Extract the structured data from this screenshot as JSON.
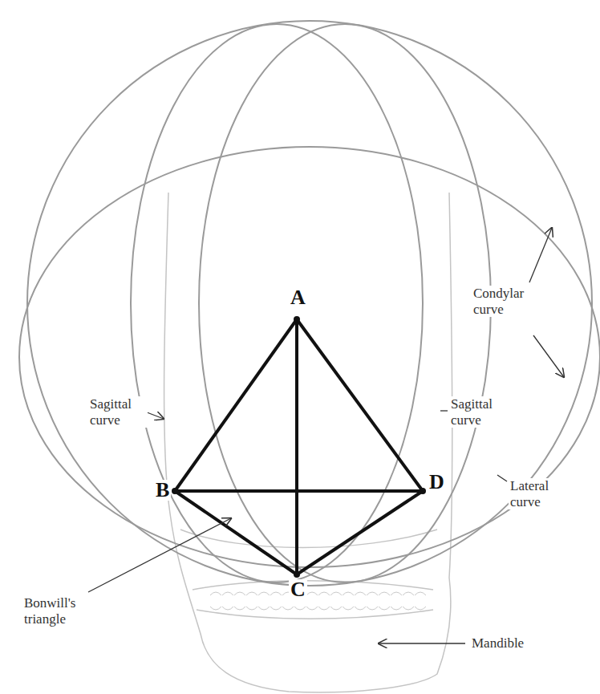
{
  "diagram": {
    "labels": [
      "A",
      "Condylar curve",
      "Sagittal curve",
      "Sagittal curve",
      "B",
      "D",
      "Lateral curve",
      "C",
      "Bonwill's triangle",
      "Mandible"
    ]
  }
}
